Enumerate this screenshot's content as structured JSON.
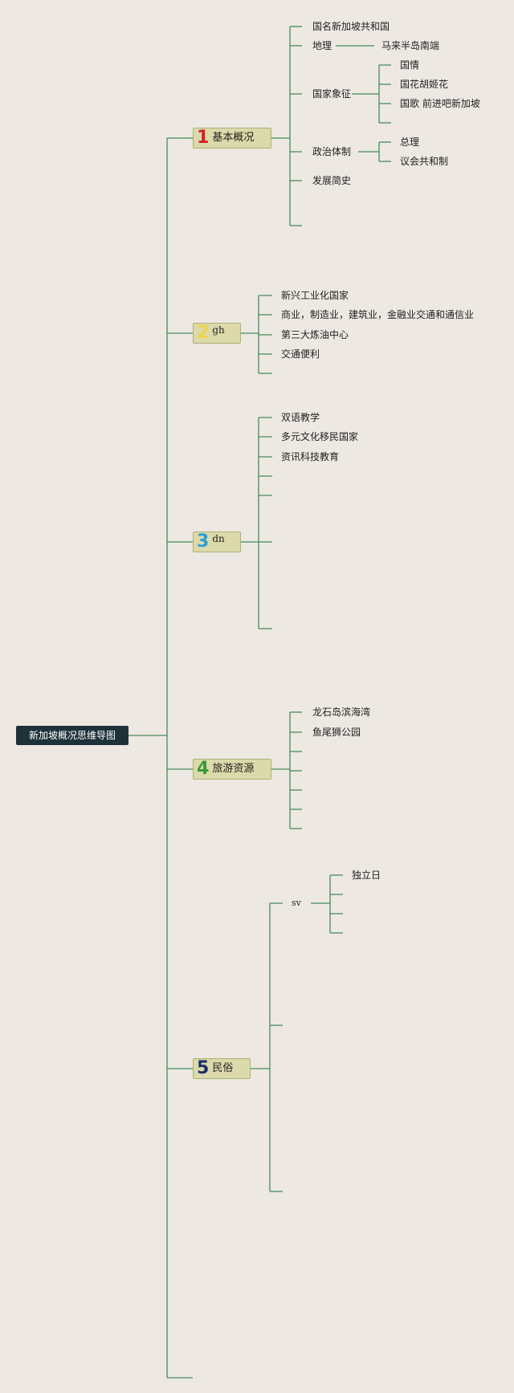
{
  "root": {
    "label": "新加坡概况思维导图"
  },
  "colors": {
    "background": "#ede8e2",
    "line": "#4a8a5c",
    "root_fill": "#1d3138",
    "branch_fill": "#dcd9aa",
    "num1": "#d4202a",
    "num2": "#f1d34a",
    "num3": "#2a9fd8",
    "num4": "#3a9a3a",
    "num5": "#1a2f6b"
  },
  "branches": [
    {
      "number": "1",
      "label": "基本概况",
      "items": [
        {
          "label": "国名新加坡共和国"
        },
        {
          "label": "地理",
          "children": [
            "马来半岛南端"
          ]
        },
        {
          "label": "国家象征",
          "children": [
            "国情",
            "国花胡姬花",
            "国歌 前进吧新加坡",
            ""
          ]
        },
        {
          "label": "政治体制",
          "children": [
            "总理",
            "议会共和制"
          ]
        },
        {
          "label": "发展简史"
        },
        {
          "label": ""
        }
      ]
    },
    {
      "number": "2",
      "label": "gh",
      "items": [
        {
          "label": "新兴工业化国家"
        },
        {
          "label": "商业，制造业，建筑业，金融业交通和通信业"
        },
        {
          "label": "第三大炼油中心"
        },
        {
          "label": "交通便利"
        },
        {
          "label": ""
        }
      ]
    },
    {
      "number": "3",
      "label": "dn",
      "items": [
        {
          "label": "双语教学"
        },
        {
          "label": "多元文化移民国家"
        },
        {
          "label": "资讯科技教育"
        },
        {
          "label": ""
        },
        {
          "label": ""
        },
        {
          "label": ""
        },
        {
          "label": ""
        }
      ]
    },
    {
      "number": "4",
      "label": "旅游资源",
      "items": [
        {
          "label": "龙石岛滨海湾"
        },
        {
          "label": "鱼尾狮公园"
        },
        {
          "label": ""
        },
        {
          "label": ""
        },
        {
          "label": ""
        },
        {
          "label": ""
        },
        {
          "label": ""
        }
      ]
    },
    {
      "number": "5",
      "label": "民俗",
      "items": [
        {
          "label": "sv",
          "children": [
            "独立日",
            "",
            "",
            ""
          ]
        },
        {
          "label": ""
        },
        {
          "label": ""
        }
      ]
    }
  ]
}
